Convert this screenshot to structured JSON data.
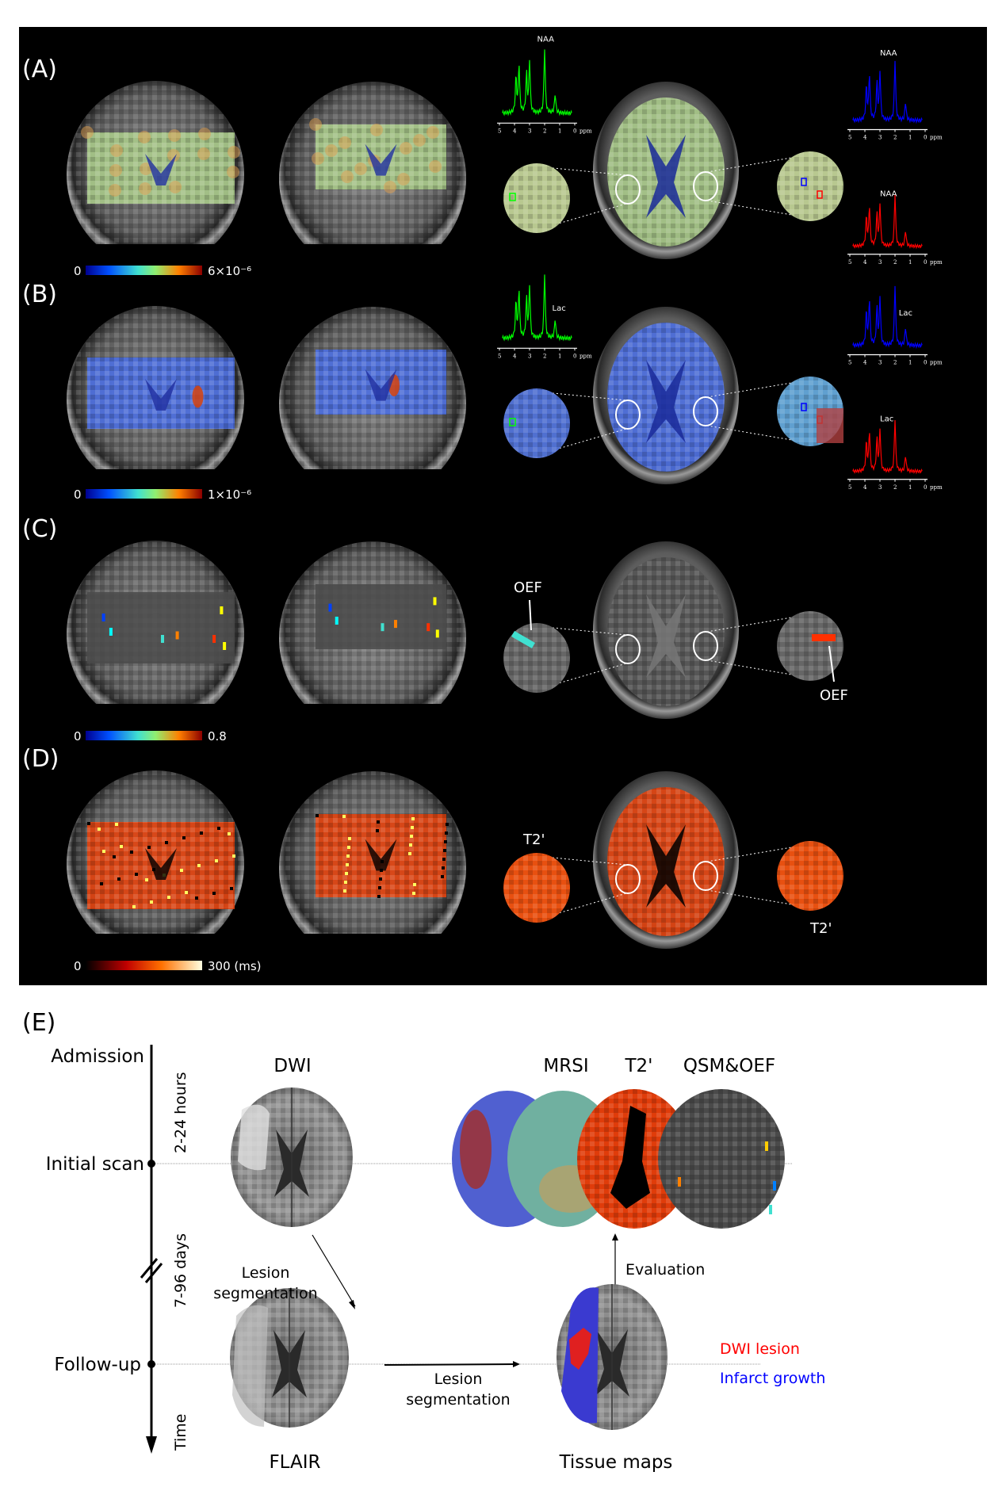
{
  "panels": [
    {
      "label": "(A)",
      "colorbar": {
        "min": "0",
        "max": "6×10⁻⁶",
        "scale": "jet"
      },
      "left_spectrum": {
        "peak_label": "NAA",
        "color": "#00ff00"
      },
      "right_spectra": [
        {
          "peak_label": "NAA",
          "color": "#0000ff"
        },
        {
          "peak_label": "NAA",
          "color": "#ff0000"
        }
      ],
      "overlay_color": "#a8c98a"
    },
    {
      "label": "(B)",
      "colorbar": {
        "min": "0",
        "max": "1×10⁻⁶",
        "scale": "jet"
      },
      "left_spectrum": {
        "peak_label": "Lac",
        "color": "#00ff00"
      },
      "right_spectra": [
        {
          "peak_label": "Lac",
          "color": "#0000ff"
        },
        {
          "peak_label": "Lac",
          "color": "#ff0000"
        }
      ],
      "overlay_color": "#4d6fe0"
    },
    {
      "label": "(C)",
      "colorbar": {
        "min": "0",
        "max": "0.8",
        "scale": "jet"
      },
      "callouts": [
        "OEF",
        "OEF"
      ],
      "overlay_color": "#5a5a5a"
    },
    {
      "label": "(D)",
      "colorbar": {
        "min": "0",
        "max": "300 (ms)",
        "scale": "hot"
      },
      "callouts": [
        "T2'",
        "T2'"
      ],
      "overlay_color": "#e2420e"
    }
  ],
  "ppm_axis": {
    "ticks": [
      "5",
      "4",
      "3",
      "2",
      "1",
      "0"
    ],
    "unit": "ppm"
  },
  "panel_e": {
    "label": "(E)",
    "timeline": {
      "admission": "Admission",
      "initial_scan": "Initial scan",
      "follow_up": "Follow-up",
      "interval_1": "2-24 hours",
      "interval_2": "7-96 days",
      "axis_label": "Time"
    },
    "dwi_label": "DWI",
    "flair_label": "FLAIR",
    "map_labels": [
      "MRSI",
      "T2'",
      "QSM&OEF"
    ],
    "segmentation_label_1": [
      "Lesion",
      "segmentation"
    ],
    "segmentation_label_2": [
      "Lesion",
      "segmentation"
    ],
    "evaluation_label": "Evaluation",
    "tissue_maps_label": "Tissue maps",
    "legend": [
      {
        "label": "DWI lesion",
        "color": "#ff0000"
      },
      {
        "label": "Infarct growth",
        "color": "#0000ff"
      }
    ]
  }
}
